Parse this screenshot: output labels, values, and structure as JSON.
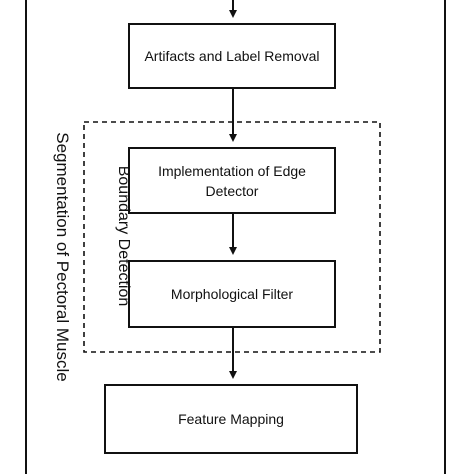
{
  "diagram": {
    "boxes": {
      "artifacts": "Artifacts and Label Removal",
      "edge_detector": "Implementation of Edge Detector",
      "morph_filter": "Morphological Filter",
      "feature_mapping": "Feature Mapping"
    },
    "labels": {
      "segmentation": "Segmentation of Pectoral Muscle",
      "boundary": "Boundary Detection"
    }
  }
}
